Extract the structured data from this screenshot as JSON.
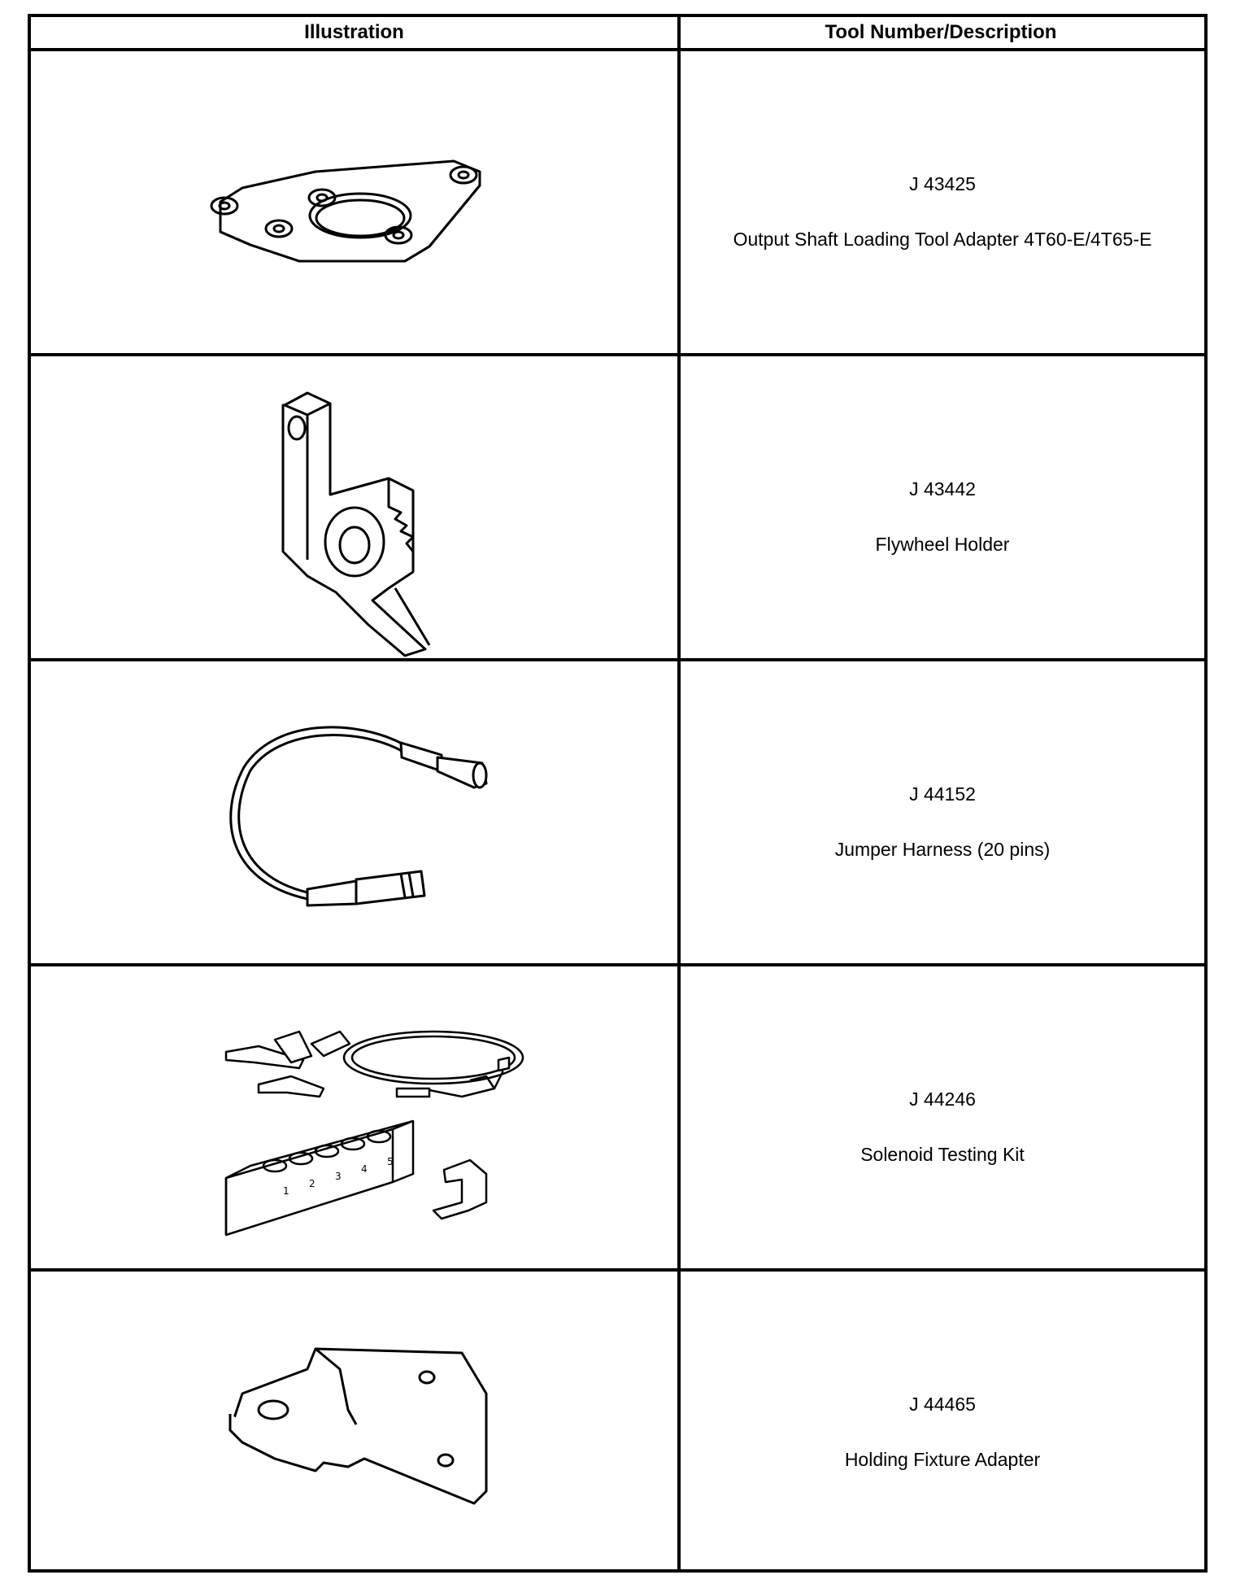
{
  "table": {
    "headers": {
      "illustration": "Illustration",
      "tool": "Tool Number/Description"
    },
    "rows": [
      {
        "number": "J 43425",
        "description": "Output Shaft Loading Tool Adapter 4T60-E/4T65-E",
        "icon": "output-shaft-adapter-icon"
      },
      {
        "number": "J 43442",
        "description": "Flywheel Holder",
        "icon": "flywheel-holder-icon"
      },
      {
        "number": "J 44152",
        "description": "Jumper Harness (20 pins)",
        "icon": "jumper-harness-icon"
      },
      {
        "number": "J 44246",
        "description": "Solenoid Testing Kit",
        "icon": "solenoid-kit-icon",
        "block_labels": [
          "1",
          "2",
          "3",
          "4",
          "5"
        ]
      },
      {
        "number": "J 44465",
        "description": "Holding Fixture Adapter",
        "icon": "holding-fixture-icon"
      }
    ]
  }
}
